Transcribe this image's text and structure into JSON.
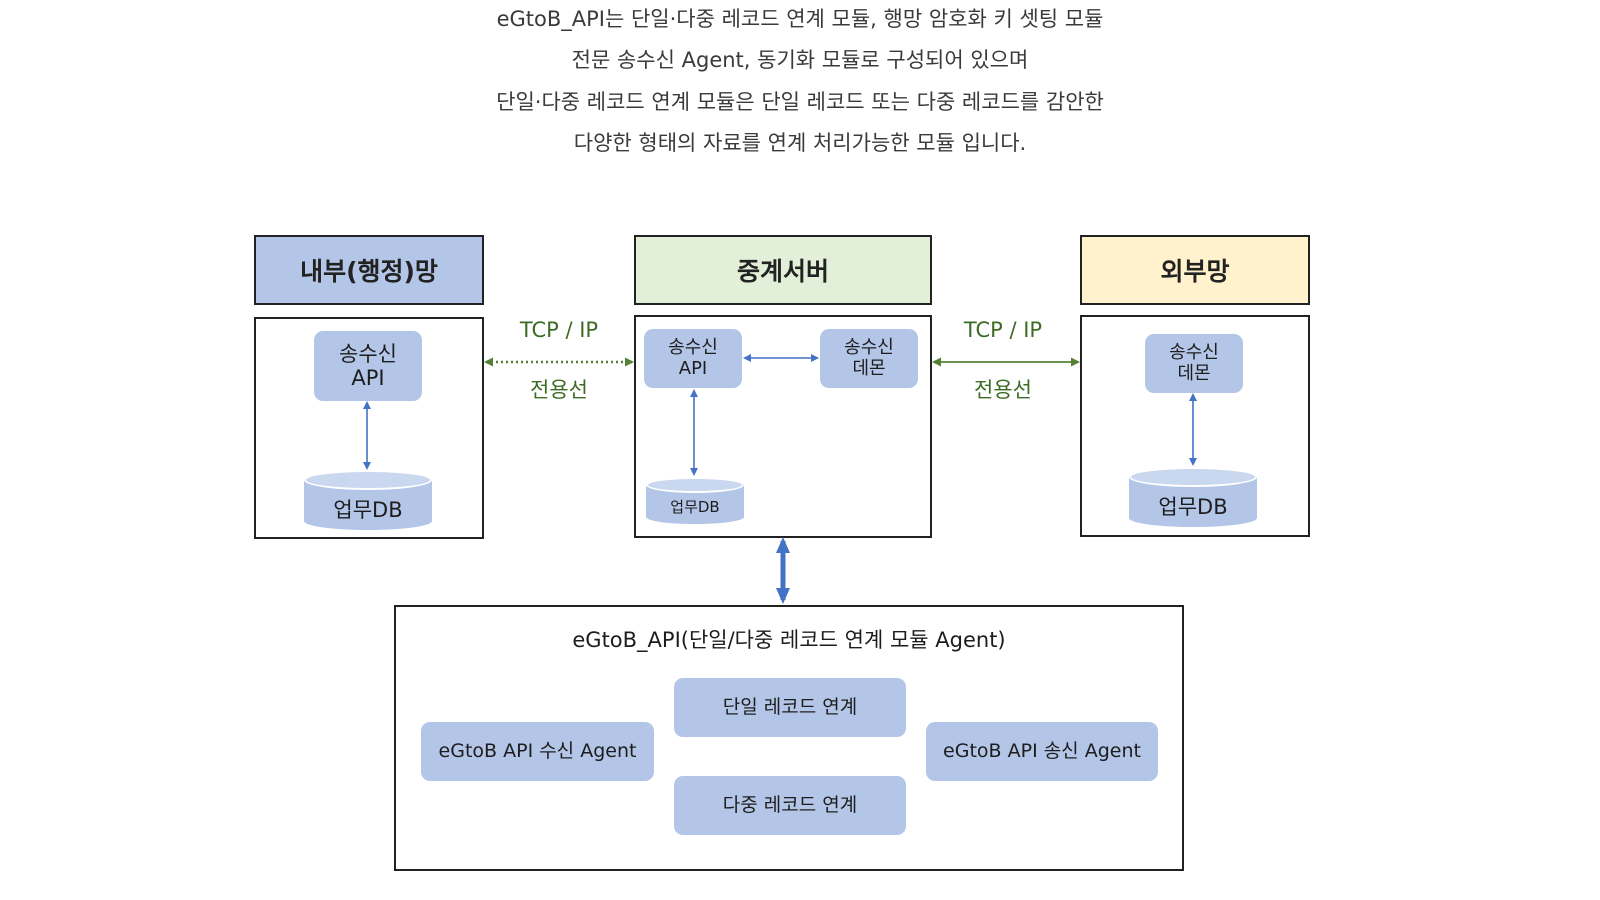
{
  "intro": [
    "eGtoB_API는 단일·다중 레코드 연계 모듈, 행망 암호화 키 셋팅 모듈",
    "전문 송수신 Agent, 동기화 모듈로 구성되어 있으며",
    "단일·다중 레코드 연계 모듈은 단일 레코드 또는 다중 레코드를 감안한",
    "다양한 형태의 자료를 연계 처리가능한 모듈 입니다."
  ],
  "zones": {
    "internal": {
      "title": "내부(행정)망",
      "color": "#b4c6e7",
      "api_line1": "송수신",
      "api_line2": "API",
      "db": "업무DB"
    },
    "relay": {
      "title": "중계서버",
      "color": "#e2efd9",
      "api_line1": "송수신",
      "api_line2": "API",
      "daemon_line1": "송수신",
      "daemon_line2": "데몬",
      "db": "업무DB"
    },
    "external": {
      "title": "외부망",
      "color": "#fff2cc",
      "daemon_line1": "송수신",
      "daemon_line2": "데몬",
      "db": "업무DB"
    }
  },
  "links": {
    "left": {
      "protocol": "TCP / IP",
      "line": "전용선"
    },
    "right": {
      "protocol": "TCP / IP",
      "line": "전용선"
    }
  },
  "agent": {
    "title": "eGtoB_API(단일/다중 레코드 연계 모듈 Agent)",
    "receive": "eGtoB API  수신 Agent",
    "single": "단일 레코드 연계",
    "multi": "다중 레코드 연계",
    "send": "eGtoB API  송신 Agent"
  },
  "colors": {
    "pill": "#b4c6e7",
    "arrow_blue": "#4472c4",
    "arrow_green": "#548235",
    "label_green": "#3e6b26"
  }
}
